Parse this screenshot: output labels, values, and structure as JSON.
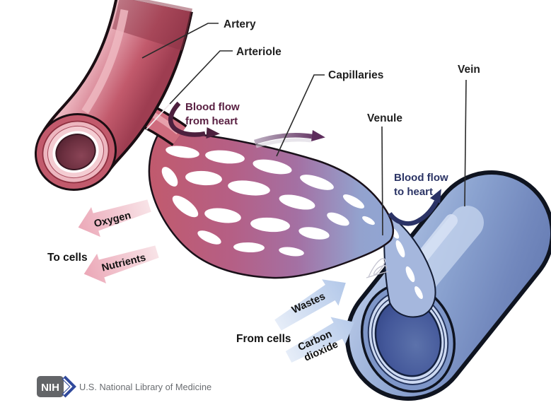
{
  "diagram": {
    "vessel_labels": {
      "artery": "Artery",
      "arteriole": "Arteriole",
      "capillaries": "Capillaries",
      "venule": "Venule",
      "vein": "Vein"
    },
    "flow_annotations": {
      "from_heart_line1": "Blood flow",
      "from_heart_line2": "from heart",
      "to_heart_line1": "Blood flow",
      "to_heart_line2": "to heart"
    },
    "exchange": {
      "to_cells": "To cells",
      "oxygen": "Oxygen",
      "nutrients": "Nutrients",
      "from_cells": "From cells",
      "wastes": "Wastes",
      "carbon_dioxide_line1": "Carbon",
      "carbon_dioxide_line2": "dioxide"
    },
    "colors": {
      "label_text": "#1f1f1f",
      "from_heart_text": "#5a2143",
      "to_heart_text": "#2b3465",
      "artery_red": "#c25a6c",
      "artery_light_ring": "#edb6bf",
      "capillary_left": "#c25a6c",
      "capillary_mid": "#a470a3",
      "capillary_right": "#8fa8d6",
      "vein_blue": "#7e96c8",
      "vein_light_ring": "#ccd9f2",
      "oxygen_arrow_pink": "#eba6b6",
      "waste_arrow_blue": "#b3c8e9",
      "flow_from_heart_arrow": "#4d203e",
      "flow_to_heart_arrow": "#2b3366"
    }
  },
  "footer": {
    "nih_acronym": "NIH",
    "organization": "U.S. National Library of Medicine",
    "nih_box_color": "#636568",
    "nih_chevron_color": "#30499c",
    "organization_text_color": "#6a6d71"
  }
}
